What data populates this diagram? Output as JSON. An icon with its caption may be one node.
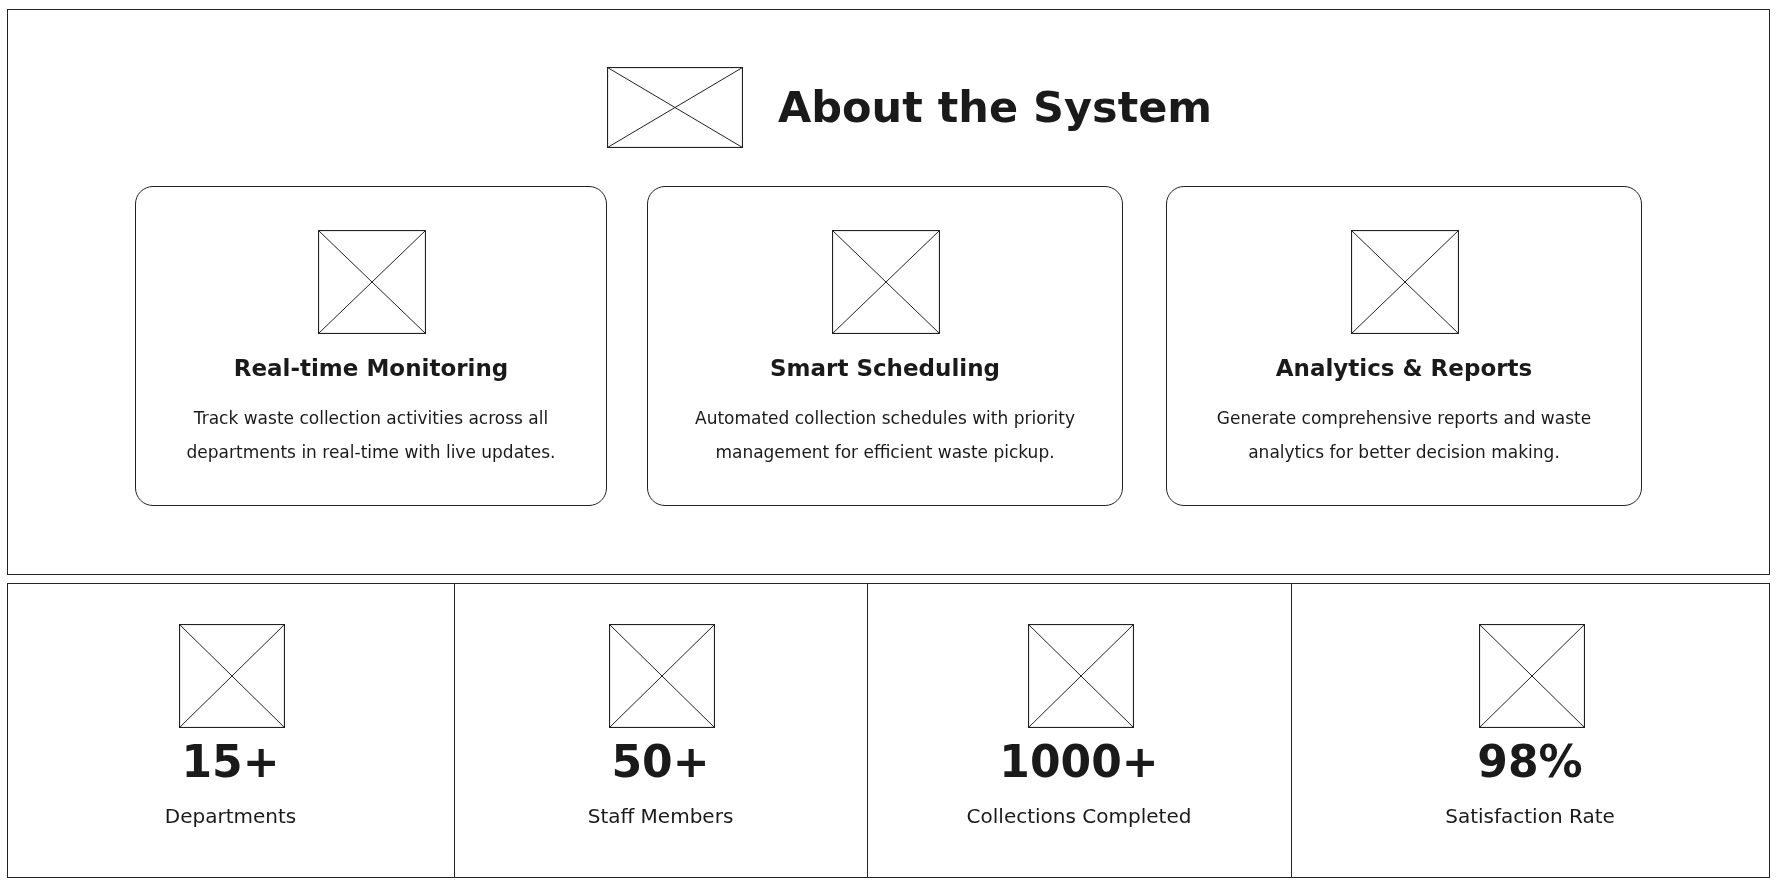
{
  "diagram": {
    "nodes": [
      {
        "text": [
          "About the System"
        ]
      },
      {
        "text": [
          "Real-time Monitoring",
          "Track waste collection activities across all departments in real-time with live updates."
        ],
        "in": 0
      },
      {
        "text": [
          "Smart Scheduling",
          "Automated collection schedules with priority management for efficient waste pickup."
        ],
        "in": 0
      },
      {
        "text": [
          "Analytics & Reports",
          "Generate comprehensive reports and waste analytics for better decision making."
        ],
        "in": 0
      },
      {
        "text": [
          "15+",
          "Departments"
        ]
      },
      {
        "text": [
          "50+",
          "Staff Members"
        ]
      },
      {
        "text": [
          "1000+",
          "Collections Completed"
        ]
      },
      {
        "text": [
          "98%",
          "Satisfaction Rate"
        ]
      }
    ],
    "edges": []
  }
}
